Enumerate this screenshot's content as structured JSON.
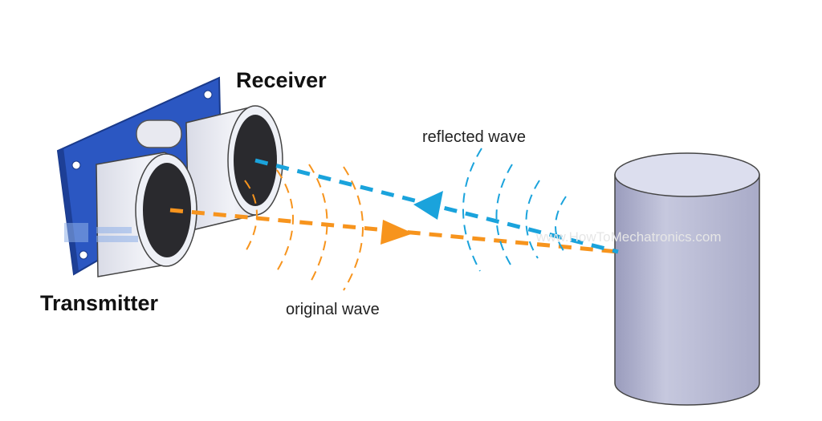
{
  "labels": {
    "receiver": "Receiver",
    "transmitter": "Transmitter",
    "reflected_wave": "reflected wave",
    "original_wave": "original wave"
  },
  "watermark": "www.HowToMechatronics.com",
  "colors": {
    "original_wave": "#f7941d",
    "reflected_wave": "#1aa3dc",
    "board": "#2b57c2",
    "object": "#c8cae0"
  },
  "icons": [
    "ultrasonic-sensor-icon",
    "cylinder-object-icon"
  ]
}
